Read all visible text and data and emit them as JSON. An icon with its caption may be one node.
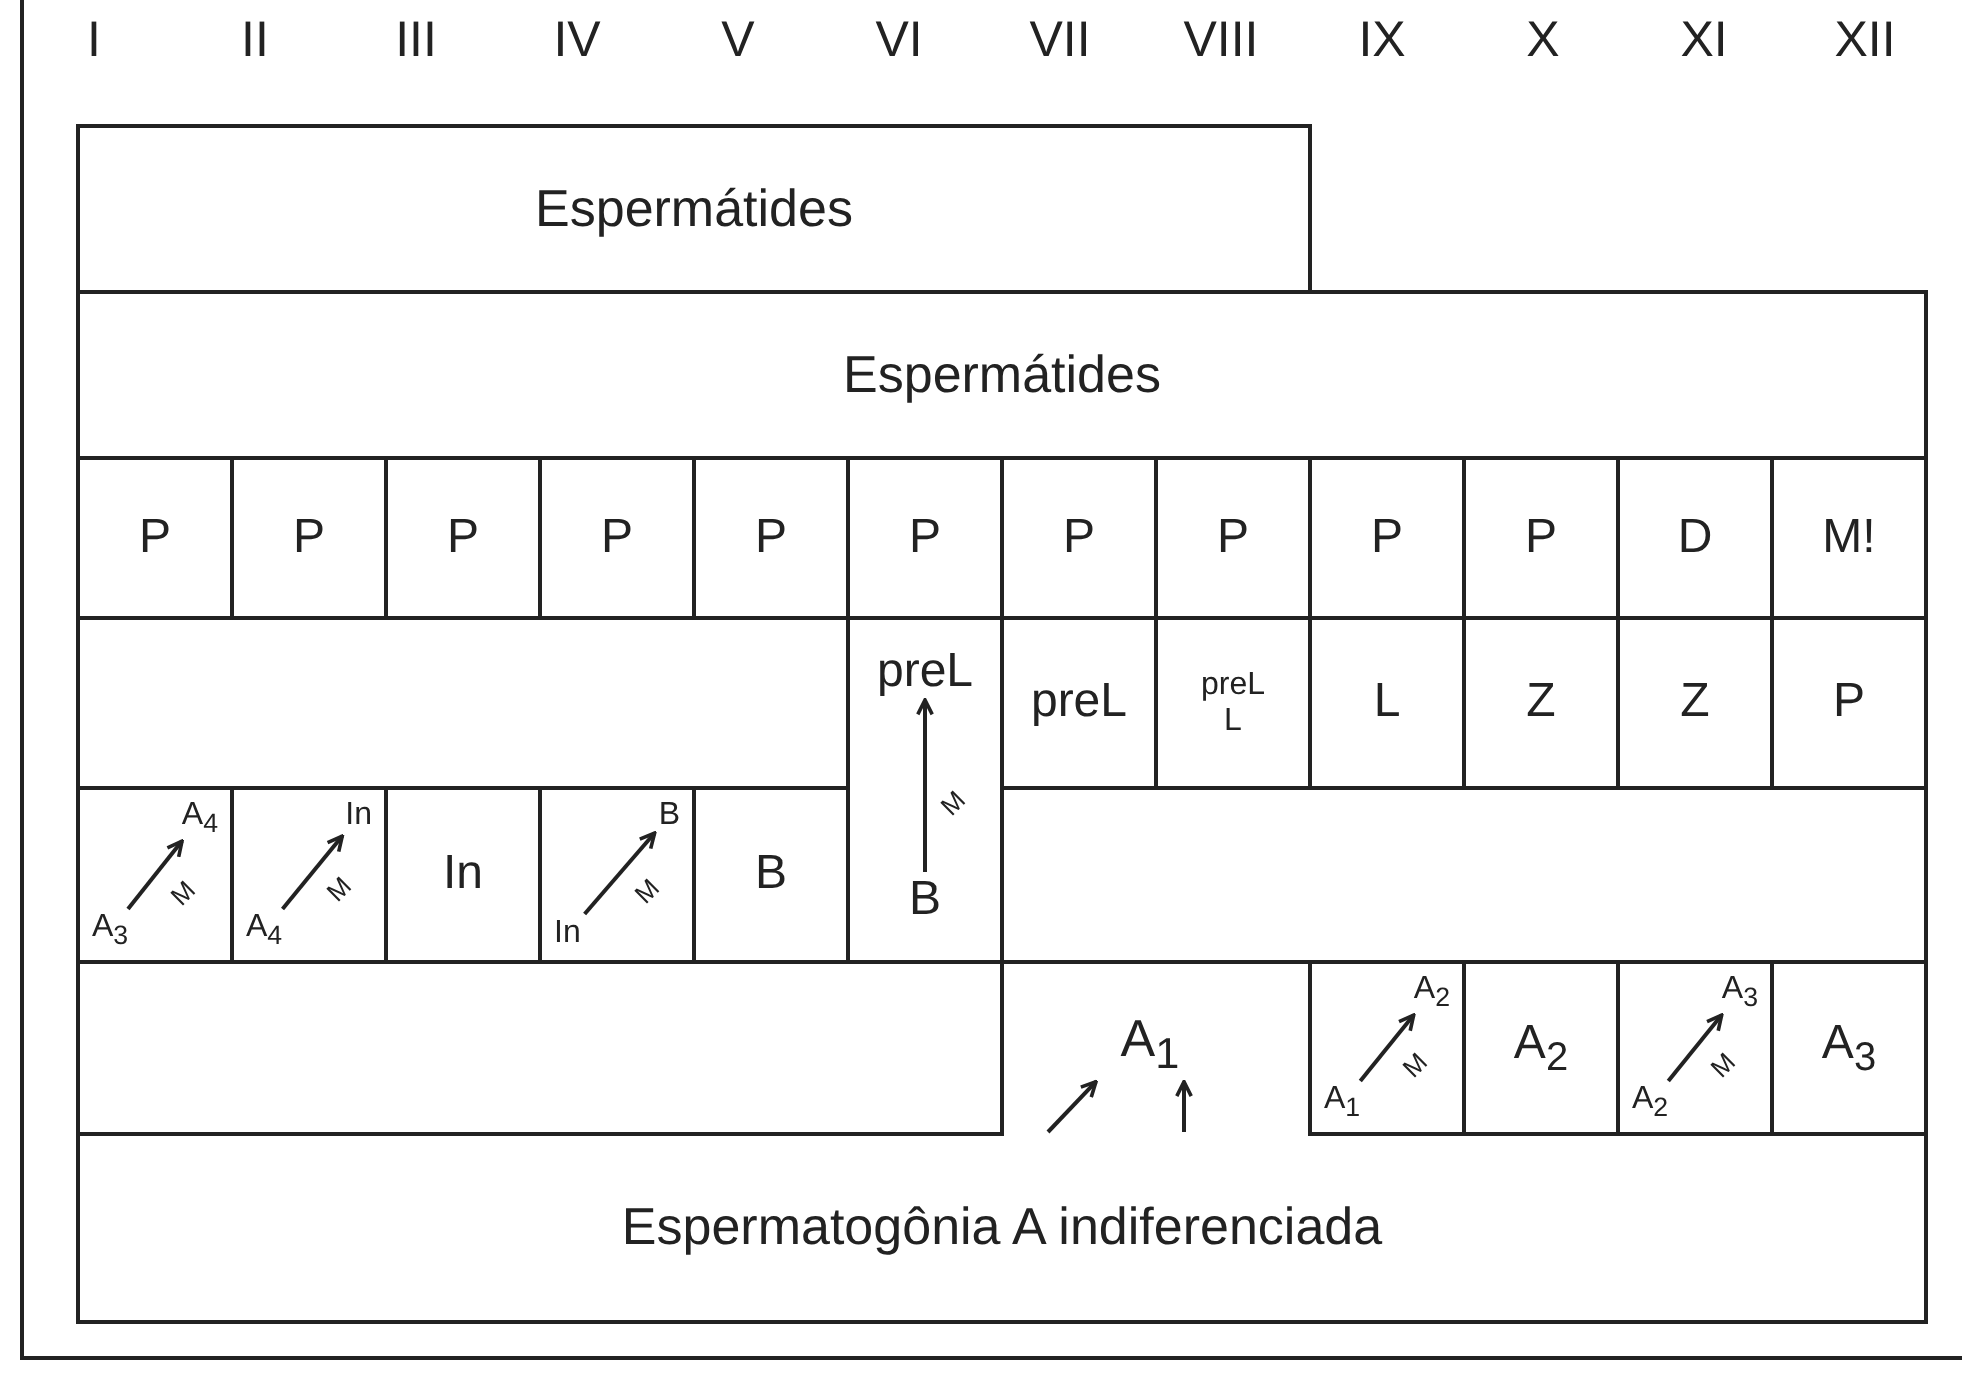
{
  "diagram": {
    "nodes": [
      {
        "text": [
          "Espermátides"
        ]
      },
      {
        "text": [
          "Espermátides"
        ]
      },
      {
        "text": [
          "P"
        ]
      },
      {
        "text": [
          "P"
        ]
      },
      {
        "text": [
          "P"
        ]
      },
      {
        "text": [
          "P"
        ]
      },
      {
        "text": [
          "P"
        ]
      },
      {
        "text": [
          "P"
        ]
      },
      {
        "text": [
          "P"
        ]
      },
      {
        "text": [
          "P"
        ]
      },
      {
        "text": [
          "P"
        ]
      },
      {
        "text": [
          "P"
        ]
      },
      {
        "text": [
          "D"
        ]
      },
      {
        "text": [
          "M!"
        ]
      },
      {
        "text": [],
        "shape": "box"
      },
      {
        "text": [],
        "shape": "box"
      },
      {
        "text": [
          "preL"
        ],
        "in": 15
      },
      {
        "text": [
          "B"
        ],
        "in": 15
      },
      {
        "text": [
          "preL"
        ]
      },
      {
        "text": [
          "preL",
          "L"
        ]
      },
      {
        "text": [
          "L"
        ]
      },
      {
        "text": [
          "Z"
        ]
      },
      {
        "text": [
          "Z"
        ]
      },
      {
        "text": [
          "P"
        ]
      },
      {
        "text": [],
        "shape": "box"
      },
      {
        "text": [
          "A$_{4}$"
        ],
        "in": 24
      },
      {
        "text": [
          "A$_{3}$"
        ],
        "in": 24
      },
      {
        "text": [],
        "shape": "box"
      },
      {
        "text": [
          "In"
        ],
        "in": 27
      },
      {
        "text": [
          "A$_{4}$"
        ],
        "in": 27
      },
      {
        "text": [
          "In"
        ]
      },
      {
        "text": [],
        "shape": "box"
      },
      {
        "text": [
          "B"
        ],
        "in": 31
      },
      {
        "text": [
          "In"
        ],
        "in": 31
      },
      {
        "text": [
          "B"
        ]
      },
      {
        "text": [],
        "shape": "box"
      },
      {
        "text": [],
        "shape": "box"
      },
      {
        "text": [
          "A$_{1}$"
        ]
      },
      {
        "text": [],
        "shape": "box"
      },
      {
        "text": [
          "A$_{2}$"
        ],
        "in": 38
      },
      {
        "text": [
          "A$_{1}$"
        ],
        "in": 38
      },
      {
        "text": [
          "A$_{2}$"
        ]
      },
      {
        "text": [],
        "shape": "box"
      },
      {
        "text": [
          "A$_{3}$"
        ],
        "in": 42
      },
      {
        "text": [
          "A$_{2}$"
        ],
        "in": 42
      },
      {
        "text": [
          "A$_{3}$"
        ]
      },
      {
        "text": [
          "Espermatogônia A indiferenciada"
        ]
      }
    ],
    "edges": [
      {
        "from": 17,
        "to": 16,
        "arrow": "to",
        "label": "M"
      },
      {
        "from": 26,
        "to": 25,
        "arrow": "to",
        "label": "M"
      },
      {
        "from": 29,
        "to": 28,
        "arrow": "to",
        "label": "M"
      },
      {
        "from": 33,
        "to": 32,
        "arrow": "to",
        "label": "M"
      },
      {
        "from": 40,
        "to": 39,
        "arrow": "to",
        "label": "M"
      },
      {
        "from": 44,
        "to": 43,
        "arrow": "to",
        "label": "M"
      },
      {
        "from": 46,
        "to": 37,
        "arrow": "to"
      },
      {
        "from": 46,
        "to": 37,
        "arrow": "to"
      }
    ],
    "labels": [
      "I",
      "II",
      "III",
      "IV",
      "V",
      "VI",
      "VII",
      "VIII",
      "IX",
      "X",
      "XI",
      "XII"
    ]
  }
}
